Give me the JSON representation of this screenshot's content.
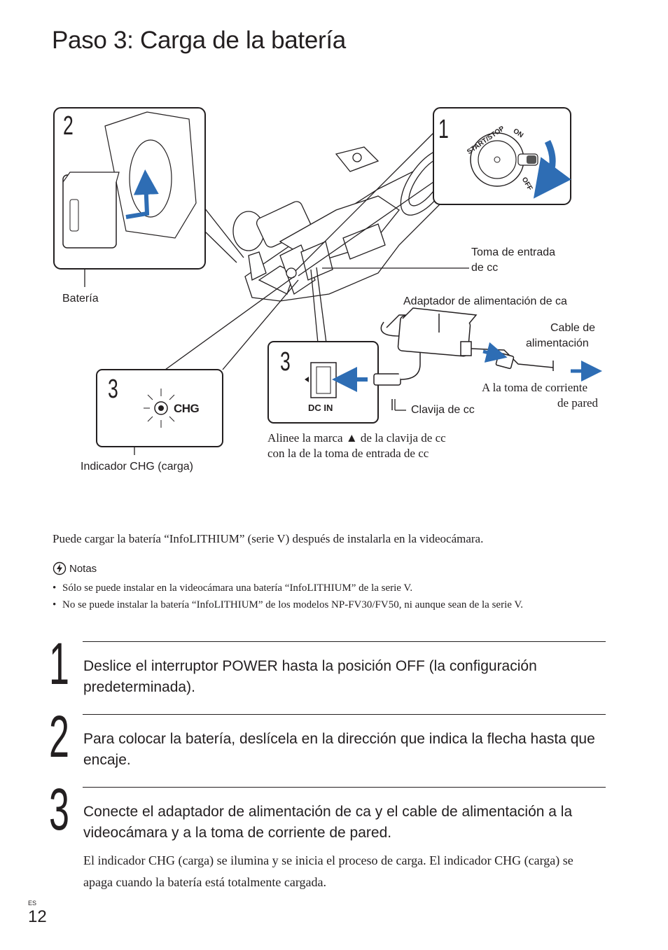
{
  "title": "Paso 3: Carga de la batería",
  "figure": {
    "panel_2_num": "2",
    "panel_1_num": "1",
    "panel_3a_num": "3",
    "panel_3b_num": "3",
    "switch_start_stop": "START/STOP",
    "switch_on": "ON",
    "switch_off": "OFF",
    "chg_text": "CHG",
    "dc_in_text": "DC IN",
    "label_bateria": "Batería",
    "label_toma_1": "Toma de entrada",
    "label_toma_2": "de cc",
    "label_adaptador": "Adaptador de alimentación de ca",
    "label_cable_1": "Cable de",
    "label_cable_2": "alimentación",
    "label_pared_1": "A la toma de corriente",
    "label_pared_2": "de pared",
    "label_clavija": "Clavija de cc",
    "label_alinee_1": "Alinee la marca ▲ de la clavija de cc",
    "label_alinee_2": "con la de la toma de entrada de cc",
    "label_indicador": "Indicador CHG (carga)"
  },
  "intro": "Puede cargar la batería “InfoLITHIUM” (serie V) después de instalarla en la videocámara.",
  "notes": {
    "heading": "Notas",
    "items": [
      "Sólo se puede instalar en la videocámara una batería “InfoLITHIUM” de la serie V.",
      "No se puede instalar la batería “InfoLITHIUM” de los modelos NP-FV30/FV50, ni aunque sean de la serie V."
    ]
  },
  "steps": [
    {
      "num": "1",
      "text": "Deslice el interruptor POWER hasta la posición OFF (la configuración predeterminada)."
    },
    {
      "num": "2",
      "text": "Para colocar la batería, deslícela en la dirección que indica la flecha hasta que encaje."
    },
    {
      "num": "3",
      "text": "Conecte el adaptador de alimentación de ca y el cable de alimentación a la videocámara y a la toma de corriente de pared.",
      "detail": "El indicador CHG (carga) se ilumina y se inicia el proceso de carga. El indicador CHG (carga) se apaga cuando la batería está totalmente cargada."
    }
  ],
  "footer": {
    "lang": "ES",
    "page": "12"
  },
  "colors": {
    "arrow_blue": "#2e6db4",
    "text": "#231f20"
  }
}
